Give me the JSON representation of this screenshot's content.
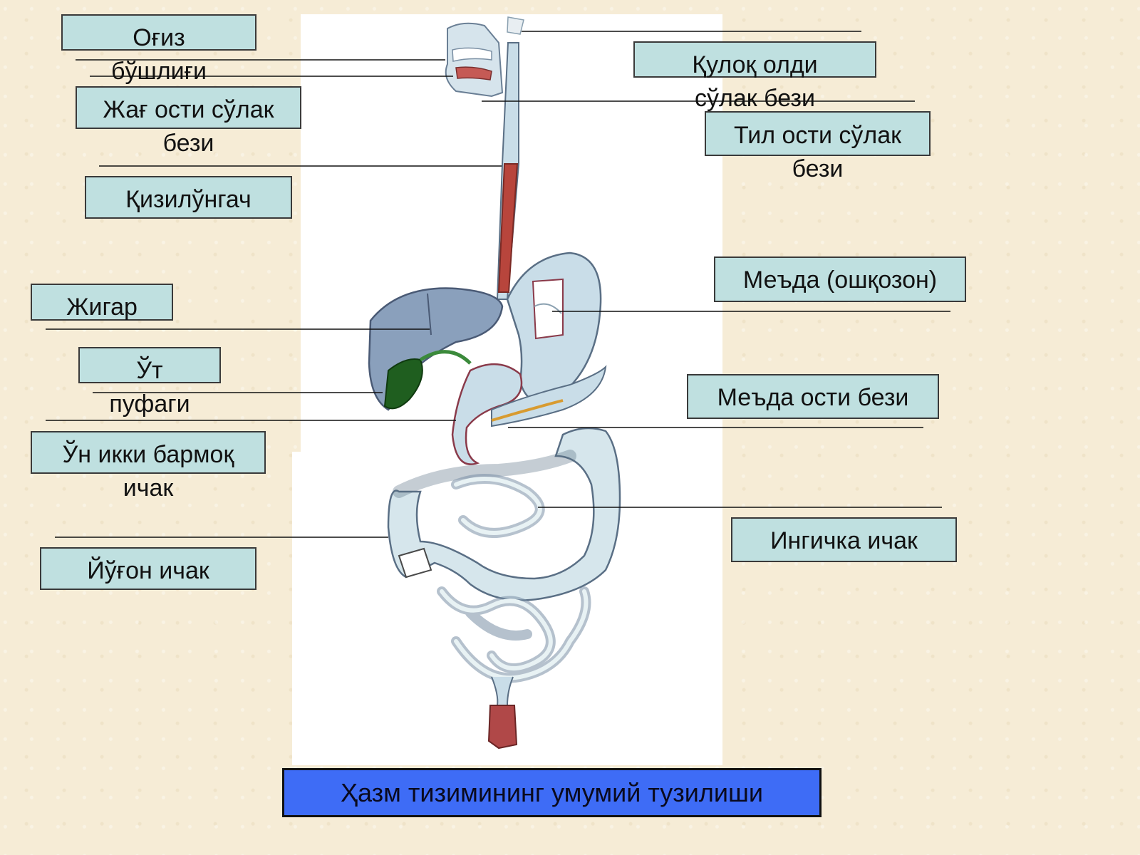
{
  "title": "Ҳазм тизимининг умумий тузилиши",
  "labels": {
    "mouth": "Оғиз\nбўшлиғи",
    "submandibular": "Жағ ости сўлак\nбези",
    "esophagus": "Қизилўнгач",
    "liver": "Жигар",
    "gallbladder": "Ўт\nпуфаги",
    "duodenum": "Ўн икки бармоқ\nичак",
    "colon": "Йўғон ичак",
    "parotid": "Қулоқ олди\nсўлак бези",
    "sublingual": "Тил ости сўлак\nбези",
    "stomach": "Меъда (ошқозон)",
    "pancreas": "Меъда ости бези",
    "small_intestine": "Ингичка ичак"
  },
  "colors": {
    "label_fill": "#bfe0e0",
    "title_fill": "#3e6cf6",
    "organ_blue": "#c9dde8",
    "esophagus_red": "#b8453c",
    "gallbladder_green": "#1f5e1f"
  }
}
